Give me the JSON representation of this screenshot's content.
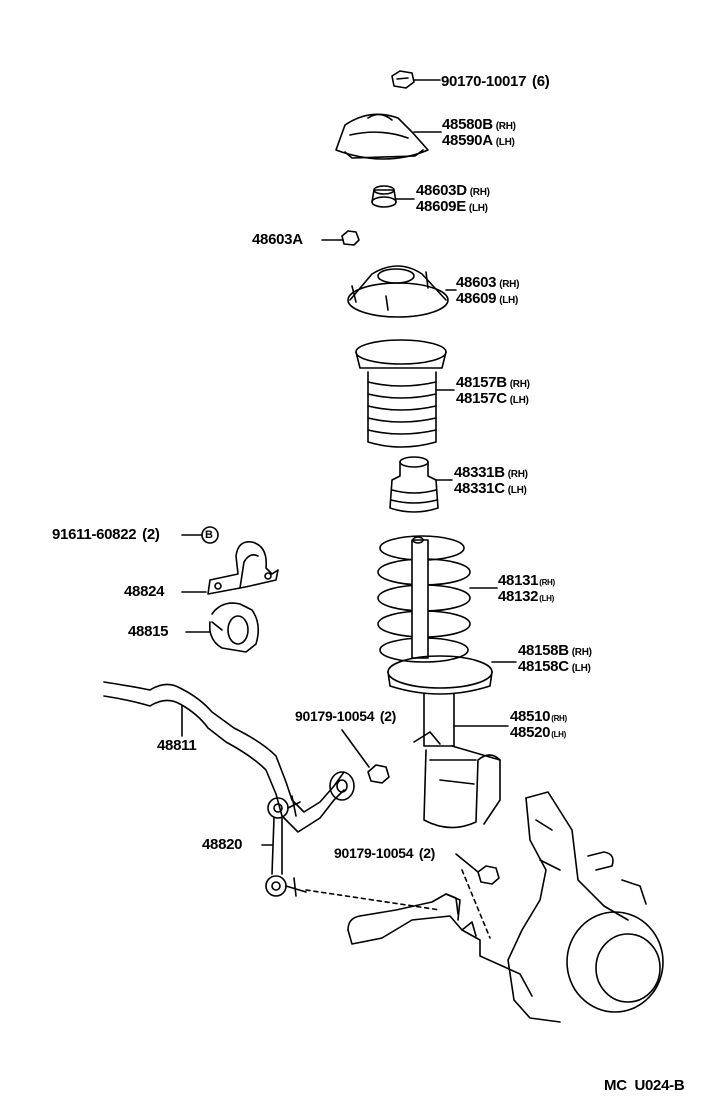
{
  "parts": {
    "p90170": {
      "number": "90170-10017",
      "qty": "(6)"
    },
    "p48580B": {
      "number": "48580B",
      "side": "(RH)"
    },
    "p48590A": {
      "number": "48590A",
      "side": "(LH)"
    },
    "p48603D": {
      "number": "48603D",
      "side": "(RH)"
    },
    "p48609E": {
      "number": "48609E",
      "side": "(LH)"
    },
    "p48603A": {
      "number": "48603A"
    },
    "p48603": {
      "number": "48603",
      "side": "(RH)"
    },
    "p48609": {
      "number": "48609",
      "side": "(LH)"
    },
    "p48157B": {
      "number": "48157B",
      "side": "(RH)"
    },
    "p48157C": {
      "number": "48157C",
      "side": "(LH)"
    },
    "p48331B": {
      "number": "48331B",
      "side": "(RH)"
    },
    "p48331C": {
      "number": "48331C",
      "side": "(LH)"
    },
    "p91611": {
      "number": "91611-60822",
      "qty": "(2)",
      "marker": "B"
    },
    "p48824": {
      "number": "48824"
    },
    "p48815": {
      "number": "48815"
    },
    "p48131": {
      "number": "48131",
      "side": "(RH)"
    },
    "p48132": {
      "number": "48132",
      "side": "(LH)"
    },
    "p48158B": {
      "number": "48158B",
      "side": "(RH)"
    },
    "p48158C": {
      "number": "48158C",
      "side": "(LH)"
    },
    "p90179a": {
      "number": "90179-10054",
      "qty": "(2)"
    },
    "p48510": {
      "number": "48510",
      "side": "(RH)"
    },
    "p48520": {
      "number": "48520",
      "side": "(LH)"
    },
    "p48811": {
      "number": "48811"
    },
    "p48820": {
      "number": "48820"
    },
    "p90179b": {
      "number": "90179-10054",
      "qty": "(2)"
    }
  },
  "figure_code": "MC  U024-B"
}
